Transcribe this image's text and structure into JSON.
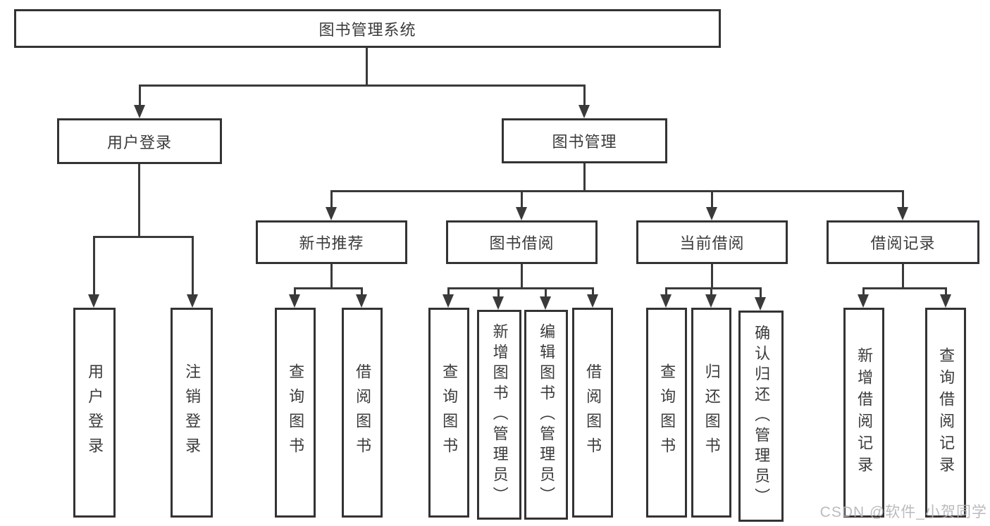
{
  "diagram": {
    "title": "图书管理系统",
    "root": {
      "label": "图书管理系统"
    },
    "level2": [
      {
        "id": "user-login",
        "label": "用户登录"
      },
      {
        "id": "book-management",
        "label": "图书管理"
      }
    ],
    "level3": [
      {
        "id": "new-book-recommend",
        "label": "新书推荐"
      },
      {
        "id": "book-borrow",
        "label": "图书借阅"
      },
      {
        "id": "current-borrow",
        "label": "当前借阅"
      },
      {
        "id": "borrow-records",
        "label": "借阅记录"
      }
    ],
    "leaves": [
      {
        "id": "user-login-leaf",
        "label": "用户登录"
      },
      {
        "id": "logout",
        "label": "注销登录"
      },
      {
        "id": "query-books-recommend",
        "label": "查询图书"
      },
      {
        "id": "borrow-books-recommend",
        "label": "借阅图书"
      },
      {
        "id": "query-books-borrow",
        "label": "查询图书"
      },
      {
        "id": "add-books-admin",
        "label": "新增图书（管理员）"
      },
      {
        "id": "edit-books-admin",
        "label": "编辑图书（管理员）"
      },
      {
        "id": "borrow-books-borrow",
        "label": "借阅图书"
      },
      {
        "id": "query-books-current",
        "label": "查询图书"
      },
      {
        "id": "return-books",
        "label": "归还图书"
      },
      {
        "id": "confirm-return-admin",
        "label": "确认归还（管理员）"
      },
      {
        "id": "add-borrow-record",
        "label": "新增借阅记录"
      },
      {
        "id": "query-borrow-record",
        "label": "查询借阅记录"
      }
    ]
  },
  "watermark": {
    "text": "CSDN @软件_小贺同学",
    "color": "#b4b4b8"
  },
  "colors": {
    "box_border": "#333333",
    "connector": "#3a3a3a",
    "text": "#3b3b3b",
    "background": "#ffffff"
  }
}
